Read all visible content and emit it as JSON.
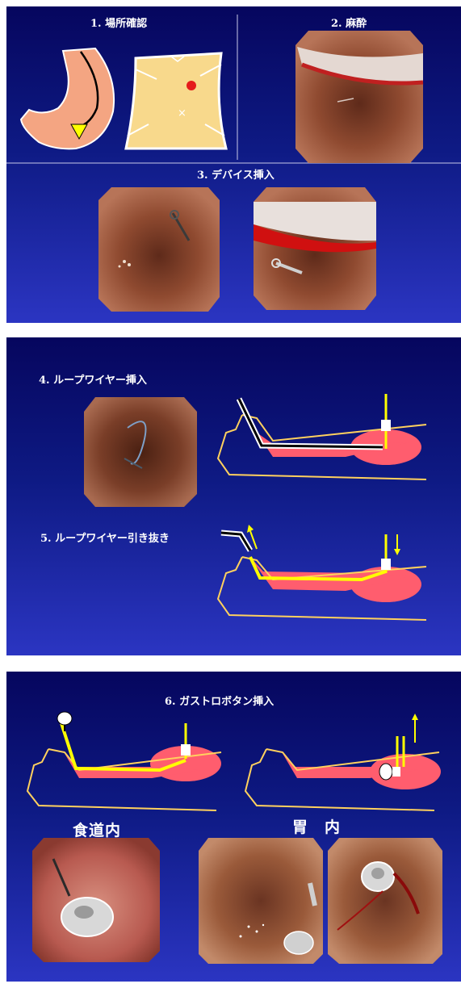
{
  "step1": {
    "label": "1. 場所確認"
  },
  "step2": {
    "label": "2. 麻酔"
  },
  "step3": {
    "label": "3. デバイス挿入"
  },
  "step4": {
    "label": "4. ループワイヤー挿入"
  },
  "step5": {
    "label": "5. ループワイヤー引き抜き"
  },
  "step6": {
    "label": "6. ガストロボタン挿入"
  },
  "view_esophagus": {
    "label": "食道内"
  },
  "view_stomach": {
    "label": "胃　内"
  },
  "colors": {
    "bg_dark": "#06065e",
    "bg_light": "#2b35c2",
    "outline": "#ffd15e",
    "tissue": "#ff5d6e",
    "wire": "#ffff00",
    "stomach": "#f4a582",
    "abdomen": "#f8d98c",
    "mucosa": "#a65a3c"
  },
  "icons": [
    "stomach-diagram-icon",
    "abdomen-diagram-icon",
    "endoscope-icon",
    "arrow-up-icon",
    "arrow-down-icon",
    "gastro-button-icon"
  ]
}
